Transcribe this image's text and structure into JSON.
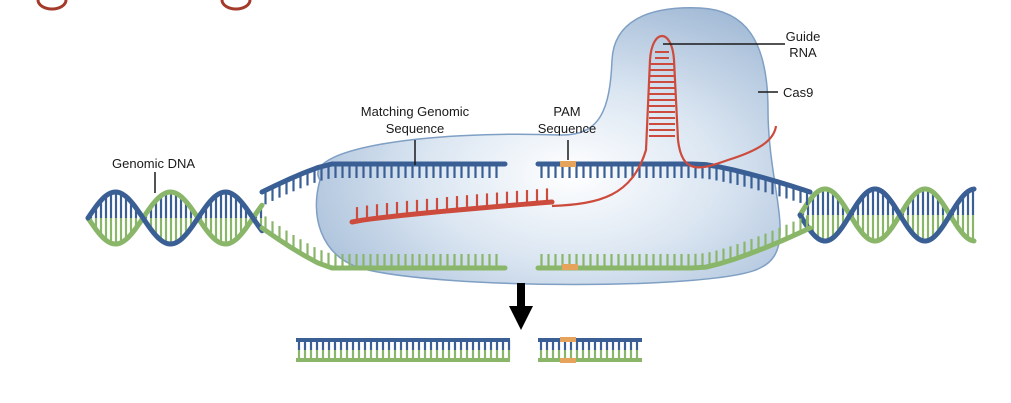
{
  "labels": {
    "genomic_dna": "Genomic DNA",
    "matching_line1": "Matching Genomic",
    "matching_line2": "Sequence",
    "pam_line1": "PAM",
    "pam_line2": "Sequence",
    "guide_line1": "Guide",
    "guide_line2": "RNA",
    "cas9": "Cas9"
  },
  "icons": {
    "cleavage_arrow": "arrow-down-icon"
  },
  "colors": {
    "strand_blue": "#3a5f95",
    "strand_green": "#8ab66a",
    "rna_red": "#cc4b3c",
    "pam_orange": "#e6a35b",
    "cas9_fill": "#a9c0dc",
    "cas9_edge": "#6d8fb8"
  }
}
